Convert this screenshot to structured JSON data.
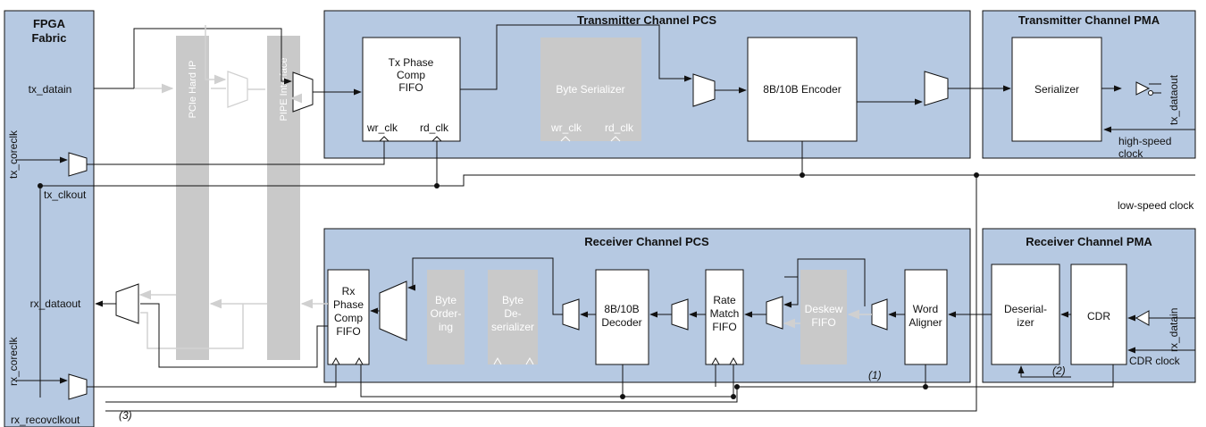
{
  "regions": {
    "fpga": "FPGA\nFabric",
    "tx_pcs": "Transmitter Channel PCS",
    "tx_pma": "Transmitter Channel PMA",
    "rx_pcs": "Receiver Channel PCS",
    "rx_pma": "Receiver Channel PMA"
  },
  "blocks": {
    "tx_phase_comp": "Tx Phase\nComp\nFIFO",
    "tx_wr_clk": "wr_clk",
    "tx_rd_clk": "rd_clk",
    "byte_serializer": "Byte Serializer",
    "bs_wr_clk": "wr_clk",
    "bs_rd_clk": "rd_clk",
    "encoder": "8B/10B Encoder",
    "serializer": "Serializer",
    "rx_phase_comp": "Rx\nPhase\nComp\nFIFO",
    "byte_ordering": "Byte\nOrder-\ning",
    "byte_deserializer": "Byte\nDe-\nserializer",
    "decoder": "8B/10B\nDecoder",
    "rate_match": "Rate\nMatch\nFIFO",
    "deskew": "Deskew\nFIFO",
    "word_aligner": "Word\nAligner",
    "deserializer": "Deserial-\nizer",
    "cdr": "CDR",
    "pcie_hard_ip": "PCIe Hard IP",
    "pipe_interface": "PIPE Interface"
  },
  "signals": {
    "tx_datain": "tx_datain",
    "tx_coreclk": "tx_coreclk",
    "tx_clkout": "tx_clkout",
    "rx_dataout": "rx_dataout",
    "rx_coreclk": "rx_coreclk",
    "rx_recovclkout": "rx_recovclkout",
    "tx_dataout": "tx_dataout",
    "high_speed_clock": "high-speed\nclock",
    "low_speed_clock": "low-speed clock",
    "rx_datain": "rx_datain",
    "cdr_clock": "CDR clock"
  },
  "notes": {
    "n1": "(1)",
    "n2": "(2)",
    "n3": "(3)"
  }
}
